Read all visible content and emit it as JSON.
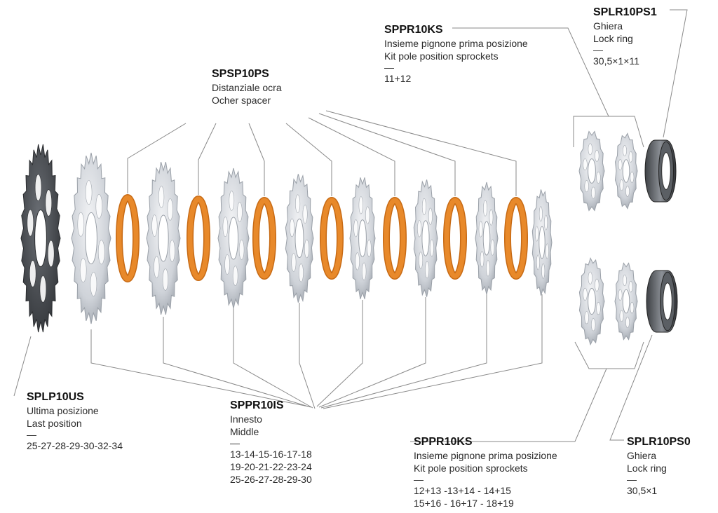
{
  "labels": {
    "splr10ps1": {
      "code": "SPLR10PS1",
      "it": "Ghiera",
      "en": "Lock ring",
      "dash": "—",
      "values": [
        "30,5×1×11"
      ]
    },
    "sppr10ks_top": {
      "code": "SPPR10KS",
      "it": "Insieme pignone prima posizione",
      "en": "Kit pole position sprockets",
      "dash": "—",
      "values": [
        "11+12"
      ]
    },
    "spsp10ps": {
      "code": "SPSP10PS",
      "it": "Distanziale ocra",
      "en": "Ocher spacer"
    },
    "splp10us": {
      "code": "SPLP10US",
      "it": "Ultima posizione",
      "en": "Last position",
      "dash": "—",
      "values": [
        "25-27-28-29-30-32-34"
      ]
    },
    "sppr10is": {
      "code": "SPPR10IS",
      "it": "Innesto",
      "en": "Middle",
      "dash": "—",
      "values": [
        "13-14-15-16-17-18",
        "19-20-21-22-23-24",
        "25-26-27-28-29-30"
      ]
    },
    "sppr10ks_bottom": {
      "code": "SPPR10KS",
      "it": "Insieme pignone prima posizione",
      "en": "Kit pole position sprockets",
      "dash": "—",
      "values": [
        "12+13 -13+14 - 14+15",
        "15+16 - 16+17 - 18+19"
      ]
    },
    "splr10ps0": {
      "code": "SPLR10PS0",
      "it": "Ghiera",
      "en": "Lock ring",
      "dash": "—",
      "values": [
        "30,5×1"
      ]
    }
  },
  "colors": {
    "dark_sprocket": "#4a4d52",
    "silver_sprocket": "#d4d7dc",
    "silver_edge": "#9aa0a8",
    "spacer": "#e8892a",
    "leader": "#8a8a8a"
  }
}
